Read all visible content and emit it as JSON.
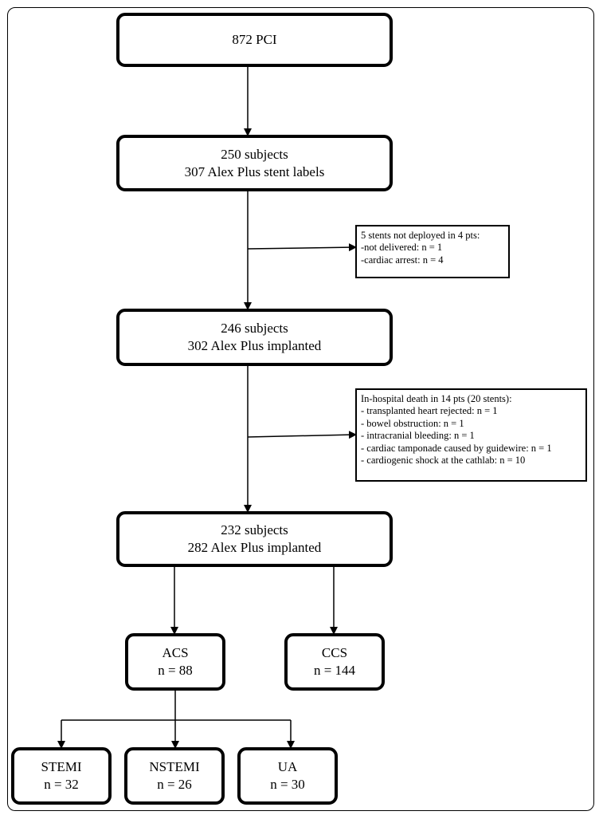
{
  "nodes": {
    "pci": {
      "lines": [
        "872 PCI"
      ]
    },
    "enrolled": {
      "lines": [
        "250 subjects",
        "307 Alex Plus stent labels"
      ]
    },
    "implanted1": {
      "lines": [
        "246 subjects",
        "302 Alex Plus implanted"
      ]
    },
    "implanted2": {
      "lines": [
        "232 subjects",
        "282 Alex Plus implanted"
      ]
    },
    "acs": {
      "lines": [
        "ACS",
        "n = 88"
      ]
    },
    "ccs": {
      "lines": [
        "CCS",
        "n = 144"
      ]
    },
    "stemi": {
      "lines": [
        "STEMI",
        "n = 32"
      ]
    },
    "nstemi": {
      "lines": [
        "NSTEMI",
        "n = 26"
      ]
    },
    "ua": {
      "lines": [
        "UA",
        "n = 30"
      ]
    }
  },
  "exclusions": {
    "not_deployed": {
      "lines": [
        "5 stents not deployed in 4 pts:",
        "-not delivered: n = 1",
        "-cardiac arrest: n = 4"
      ]
    },
    "in_hospital_death": {
      "lines": [
        "In-hospital death in 14 pts (20 stents):",
        "- transplanted heart rejected: n = 1",
        "- bowel obstruction: n = 1",
        "- intracranial bleeding: n = 1",
        "- cardiac tamponade caused by guidewire: n = 1",
        "- cardiogenic shock at the cathlab: n = 10"
      ]
    }
  }
}
